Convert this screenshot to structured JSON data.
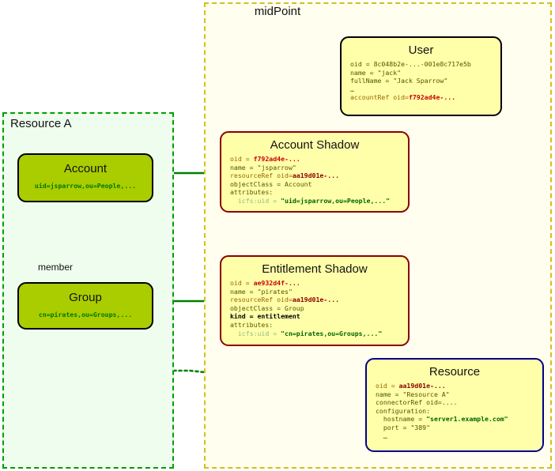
{
  "containers": {
    "resource_a": {
      "title": "Resource A",
      "border_color": "#00a000",
      "fill": "#effdef"
    },
    "midpoint": {
      "title": "midPoint",
      "border_color": "#d4c017",
      "fill": "#fffeef"
    }
  },
  "nodes": {
    "account": {
      "title": "Account",
      "subtitle": "uid=jsparrow,ou=People,...",
      "fill": "#aacd00",
      "border": "#000000"
    },
    "group": {
      "title": "Group",
      "subtitle": "cn=pirates,ou=Groups,...",
      "fill": "#aacd00",
      "border": "#000000"
    },
    "user": {
      "title": "User",
      "fill": "#ffffaa",
      "border": "#000000",
      "lines": {
        "oid_key": "oid = ",
        "oid_val": "8c048b2e-...-001e8c717e5b",
        "name_key": "name = ",
        "name_val": "\"jack\"",
        "fullname_key": "fullName = ",
        "fullname_val": "\"Jack Sparrow\"",
        "ellipsis": "…",
        "accountref_key": "accountRef oid=",
        "accountref_val": "f792ad4e-..."
      }
    },
    "account_shadow": {
      "title": "Account Shadow",
      "fill": "#ffffaa",
      "border": "#8b0000",
      "lines": {
        "oid_key": "oid = ",
        "oid_val": "f792ad4e-...",
        "name_key": "name = ",
        "name_val": "\"jsparrow\"",
        "resourceref_key": "resourceRef oid=",
        "resourceref_val": "aa19d01e-...",
        "objectclass_key": "objectClass = ",
        "objectclass_val": "Account",
        "attributes_key": "attributes:",
        "attr_name": "  icfs:uid = ",
        "attr_val": "\"uid=jsparrow,ou=People,...\""
      }
    },
    "entitlement_shadow": {
      "title": "Entitlement Shadow",
      "fill": "#ffffaa",
      "border": "#8b0000",
      "lines": {
        "oid_key": "oid = ",
        "oid_val": "ae932d4f-...",
        "name_key": "name = ",
        "name_val": "\"pirates\"",
        "resourceref_key": "resourceRef oid=",
        "resourceref_val": "aa19d01e-...",
        "objectclass_key": "objectClass = ",
        "objectclass_val": "Group",
        "kind_line": "kind = entitlement",
        "attributes_key": "attributes:",
        "attr_name": "  icfs:uid = ",
        "attr_val": "\"cn=pirates,ou=Groups,...\""
      }
    },
    "resource": {
      "title": "Resource",
      "fill": "#ffffaa",
      "border": "#00008b",
      "lines": {
        "oid_key": "oid = ",
        "oid_val": "aa19d01e-...",
        "name_key": "name = ",
        "name_val": "\"Resource A\"",
        "connectorref_key": "connectorRef oid=",
        "connectorref_val": "....",
        "configuration_key": "configuration:",
        "hostname_key": "  hostname = ",
        "hostname_val": "\"server1.example.com\"",
        "port_key": "  port = ",
        "port_val": "\"389\"",
        "ellipsis": "  …"
      }
    }
  },
  "edges": {
    "member_label": "member",
    "user_to_account_shadow_color": "#8b0000",
    "shadow_to_resource_color": "#000080",
    "shadow_to_account_color": "#008000",
    "resource_to_resource_a_color": "#008000"
  }
}
